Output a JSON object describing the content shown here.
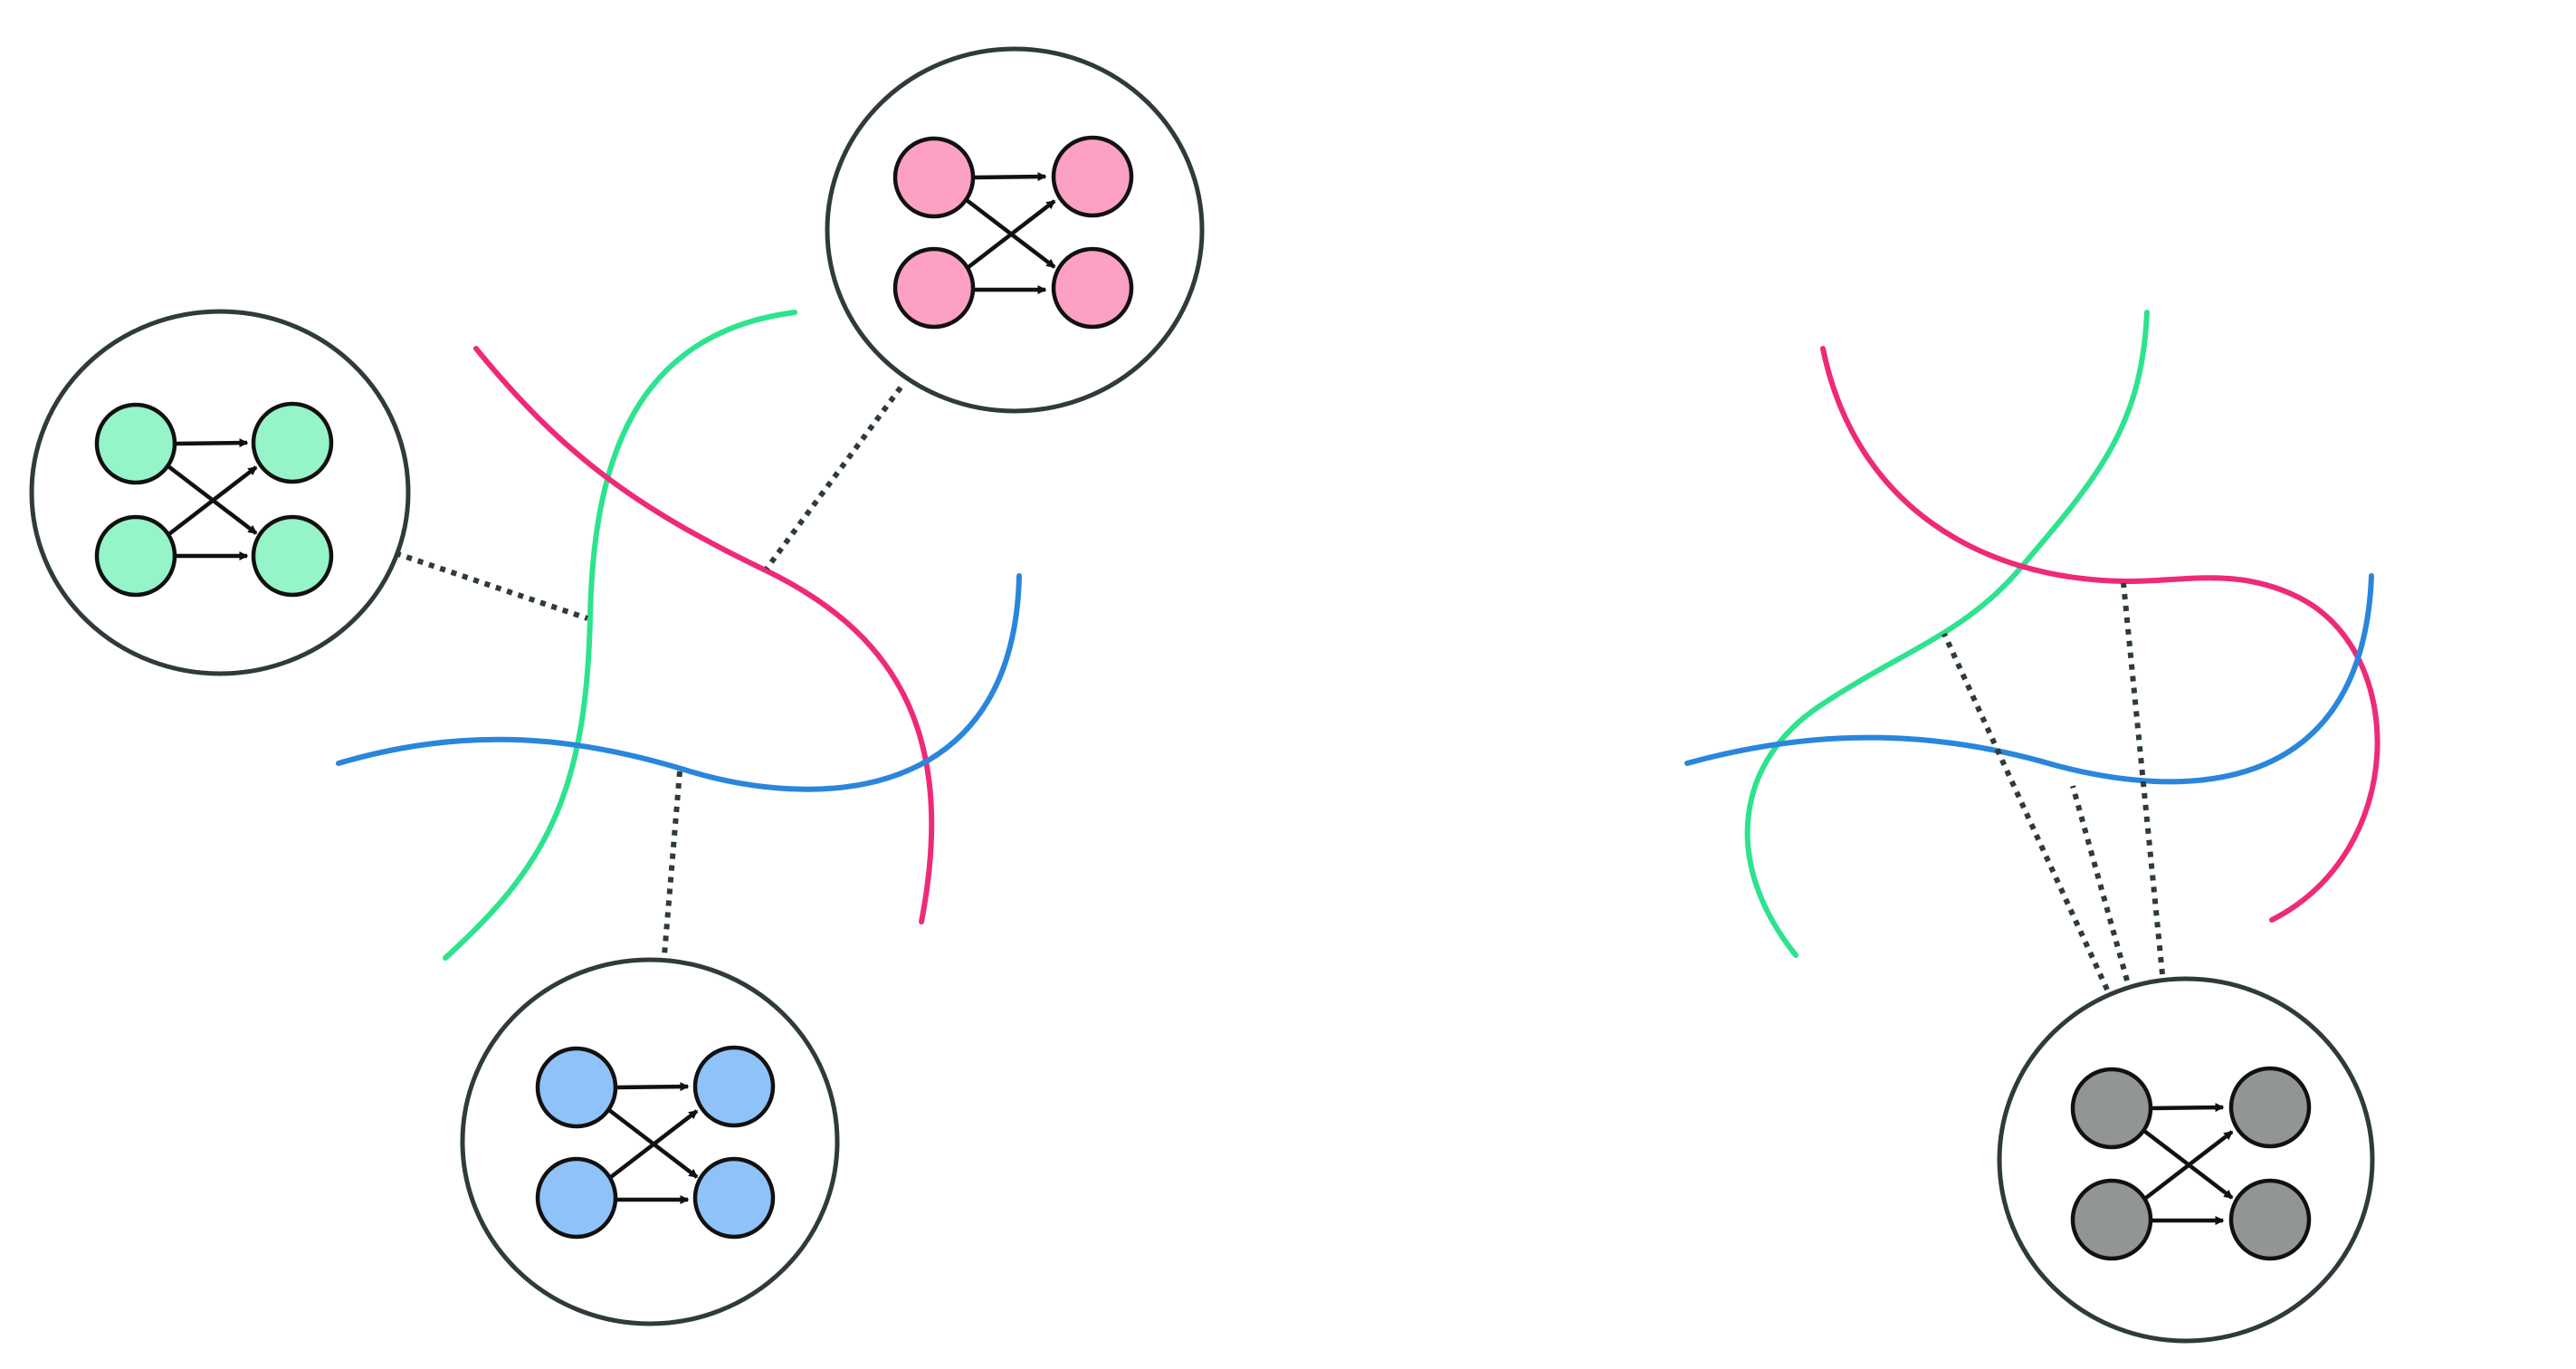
{
  "colors": {
    "teal": "#2de38e",
    "pink": "#ee2a78",
    "blue": "#2a86dc",
    "bubble_border": "#2f3b3a",
    "node_green": "#95f4c8",
    "node_pink": "#fca0c4",
    "node_blue": "#8ec2f8",
    "node_gray": "#929693",
    "edge": "#111111",
    "link": "#2f3b3a"
  },
  "panels": [
    {
      "id": "left",
      "strands": [
        "teal",
        "pink",
        "blue"
      ],
      "networks": [
        {
          "id": "green",
          "node_color": "node_green",
          "links_to": [
            "teal"
          ]
        },
        {
          "id": "pink",
          "node_color": "node_pink",
          "links_to": [
            "pink"
          ]
        },
        {
          "id": "blue",
          "node_color": "node_blue",
          "links_to": [
            "blue"
          ]
        }
      ]
    },
    {
      "id": "right",
      "strands": [
        "teal",
        "pink",
        "blue"
      ],
      "networks": [
        {
          "id": "gray",
          "node_color": "node_gray",
          "links_to": [
            "teal",
            "blue",
            "pink"
          ]
        }
      ]
    }
  ]
}
